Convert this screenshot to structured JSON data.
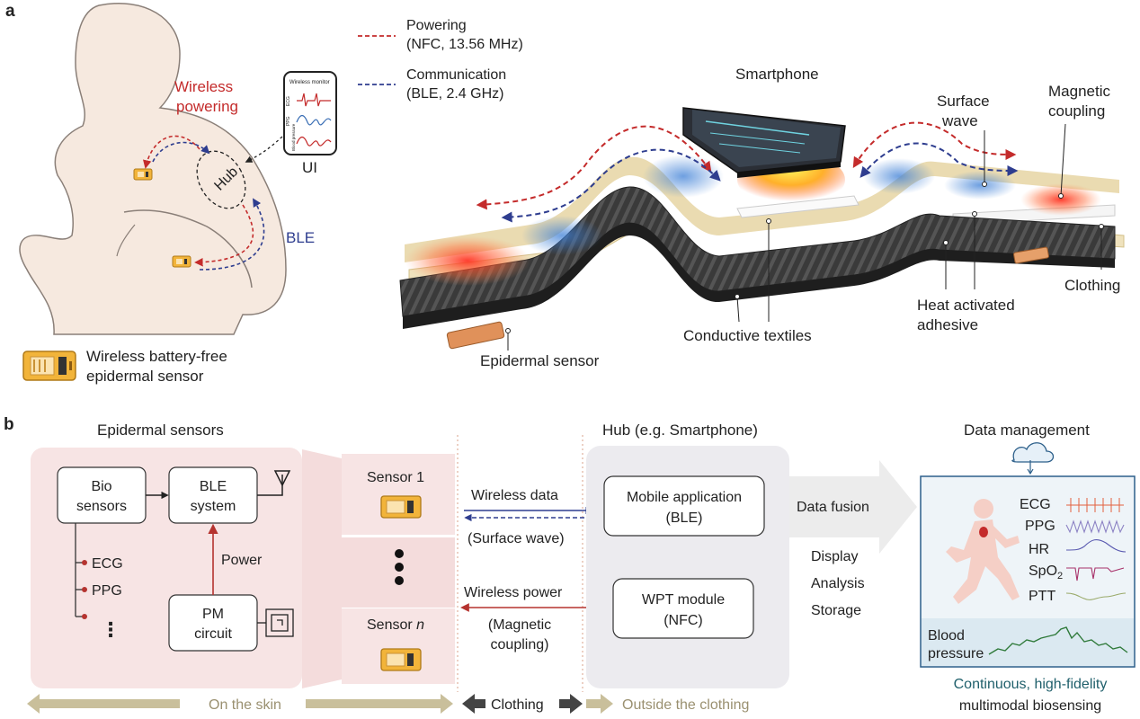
{
  "panel_a": {
    "panel_label": "a",
    "legend_powering": [
      "Powering",
      "(NFC, 13.56 MHz)"
    ],
    "legend_communication": [
      "Communication",
      "(BLE, 2.4 GHz)"
    ],
    "wireless_powering": [
      "Wireless",
      "powering"
    ],
    "hub_label": "Hub",
    "ble_label": "BLE",
    "ui_label": "UI",
    "phone_screen": {
      "title": "Wireless monitor",
      "rows": [
        "ECG",
        "PPG",
        "Blood pressure"
      ]
    },
    "sensor_legend": [
      "Wireless battery-free",
      "epidermal sensor"
    ],
    "smartphone_label": "Smartphone",
    "surface_wave_label": [
      "Surface",
      "wave"
    ],
    "magnetic_coupling_label": [
      "Magnetic",
      "coupling"
    ],
    "clothing_label": "Clothing",
    "heat_adhesive_label": [
      "Heat activated",
      "adhesive"
    ],
    "conductive_textiles_label": "Conductive textiles",
    "epidermal_sensor_label": "Epidermal sensor"
  },
  "panel_b": {
    "panel_label": "b",
    "epidermal_sensors_title": "Epidermal sensors",
    "bio_sensors": [
      "Bio",
      "sensors"
    ],
    "ble_system": [
      "BLE",
      "system"
    ],
    "power_label": "Power",
    "pm_circuit": [
      "PM",
      "circuit"
    ],
    "sensor_channels": [
      "ECG",
      "PPG",
      "⋮"
    ],
    "sensor_1": "Sensor 1",
    "sensor_n_prefix": "Sensor ",
    "sensor_n_italic": "n",
    "wireless_data": "Wireless data",
    "surface_wave": "(Surface wave)",
    "wireless_power": "Wireless power",
    "magnetic_coupling": [
      "(Magnetic",
      "coupling)"
    ],
    "hub_title": "Hub (e.g. Smartphone)",
    "mobile_app": [
      "Mobile application",
      "(BLE)"
    ],
    "wpt_module": [
      "WPT module",
      "(NFC)"
    ],
    "data_fusion": "Data fusion",
    "functions": [
      "Display",
      "Analysis",
      "Storage"
    ],
    "data_management_title": "Data management",
    "signals": {
      "ecg": "ECG",
      "ppg": "PPG",
      "hr": "HR",
      "spo2_base": "SpO",
      "spo2_sub": "2",
      "ptt": "PTT",
      "blood_pressure": [
        "Blood",
        "pressure"
      ]
    },
    "caption": [
      "Continuous, high-fidelity",
      "multimodal biosensing"
    ],
    "zone_skin": "On the skin",
    "zone_clothing": "Clothing",
    "zone_outside": "Outside the clothing"
  },
  "colors": {
    "powering": "#c42b2b",
    "communication": "#2e3d8f",
    "skin_fill": "#f6e9df",
    "pink_panel": "#f7e4e4",
    "hub_panel": "#ecebef",
    "sensor_yellow": "#f2b43a",
    "data_box_border": "#2c5f8a",
    "data_box_fill": "#eef4f8",
    "zone_arrow": "#c9bf9b",
    "caption_teal": "#1f5f6b"
  }
}
